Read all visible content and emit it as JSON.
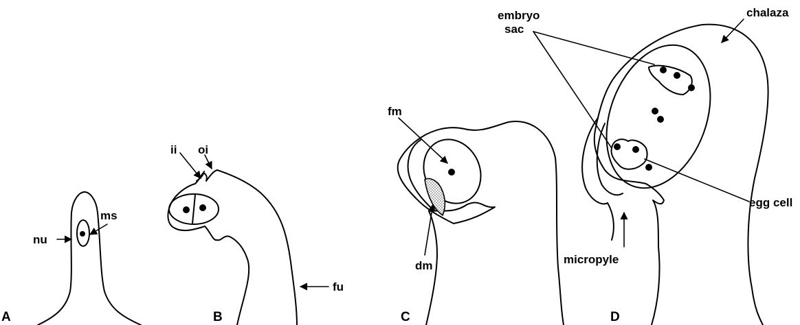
{
  "figure": {
    "panels": [
      "A",
      "B",
      "C",
      "D"
    ],
    "labels": {
      "nu": "nu",
      "ms": "ms",
      "ii": "ii",
      "oi": "oi",
      "fu": "fu",
      "fm": "fm",
      "dm": "dm",
      "embryo_line1": "embryo",
      "embryo_line2": "sac",
      "chalaza": "chalaza",
      "egg_cell": "egg cell",
      "micropyle": "micropyle"
    }
  }
}
